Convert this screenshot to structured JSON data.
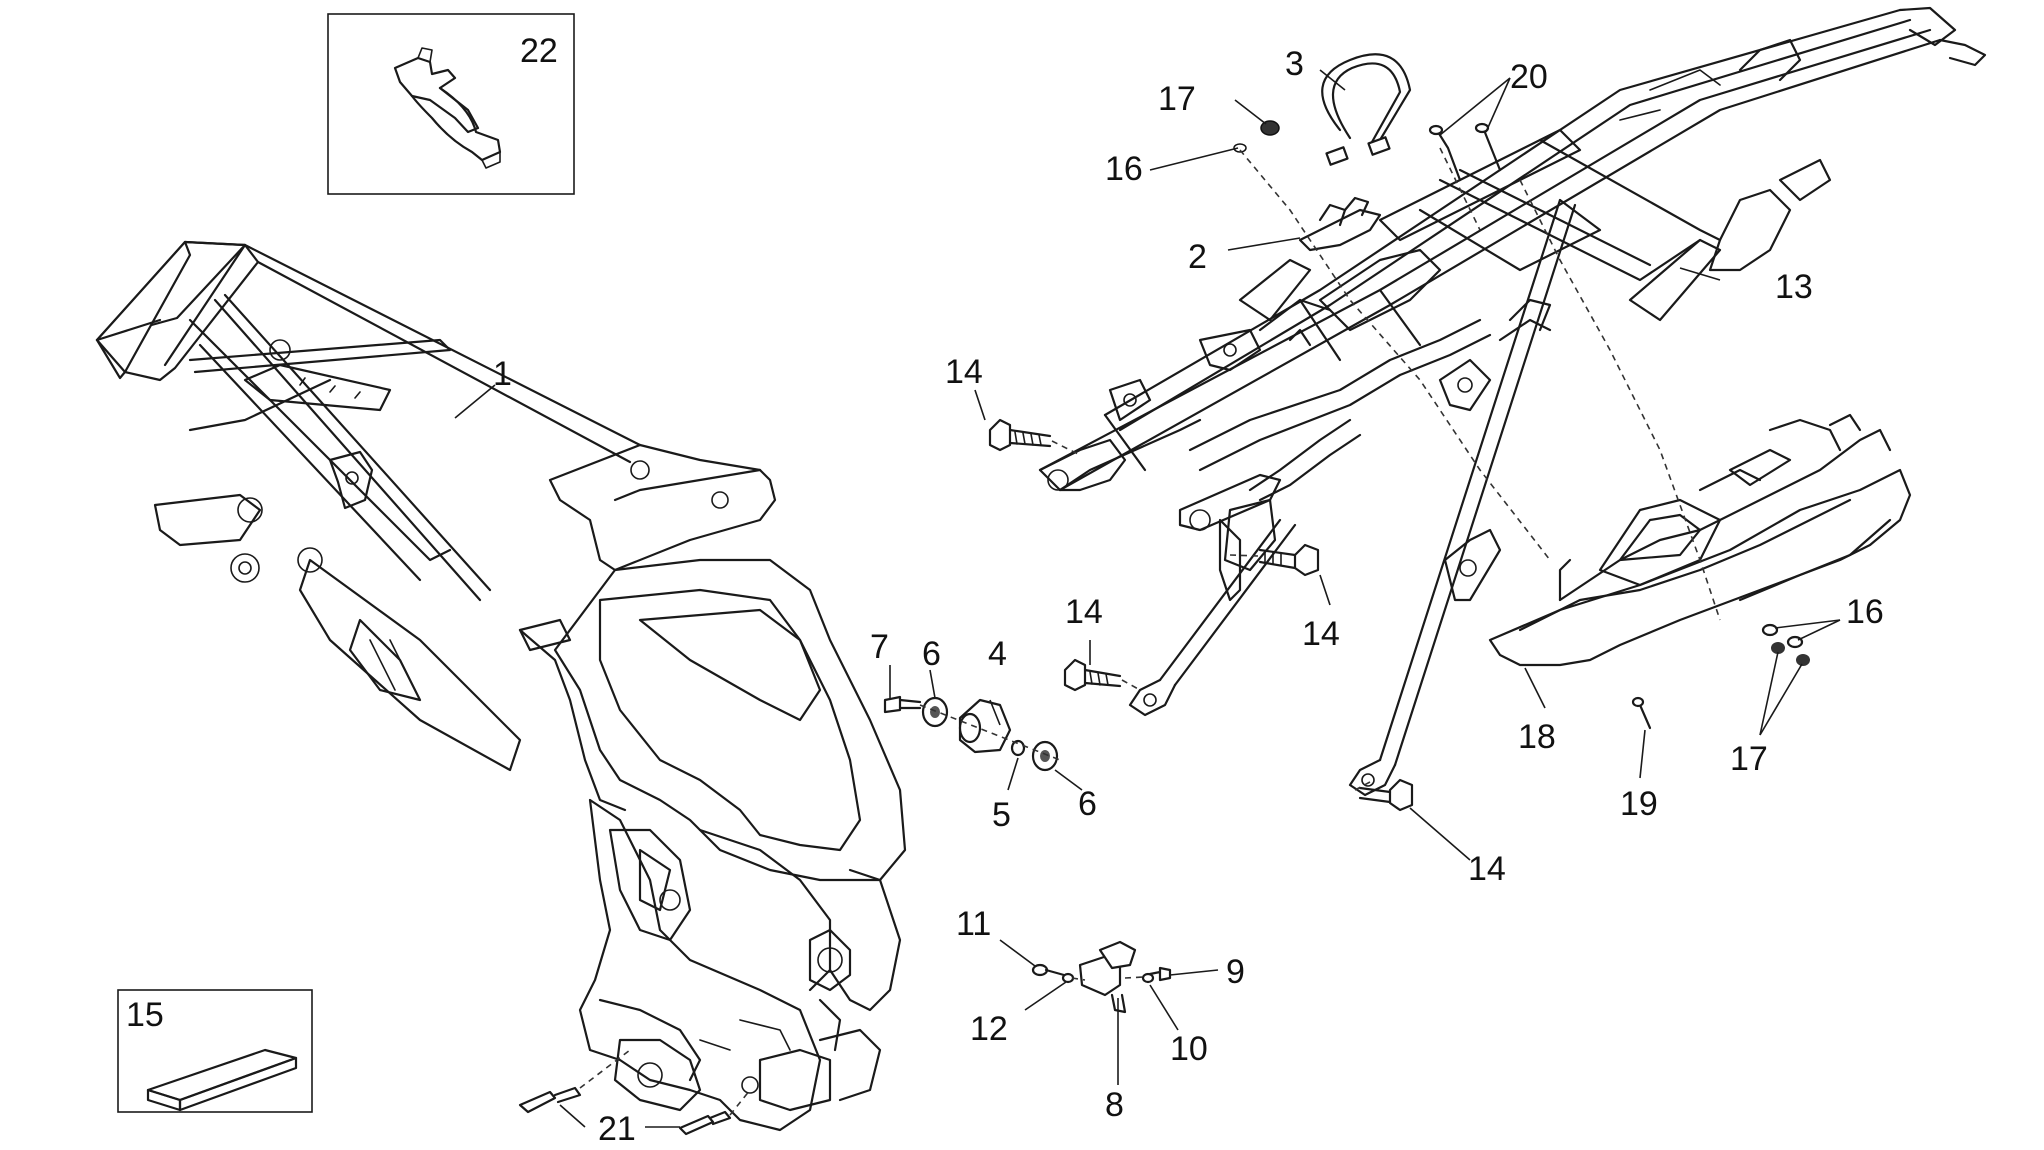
{
  "labels": {
    "n1": "1",
    "n2": "2",
    "n3": "3",
    "n4": "4",
    "n5": "5",
    "n6a": "6",
    "n6b": "6",
    "n7": "7",
    "n8": "8",
    "n9": "9",
    "n10": "10",
    "n11": "11",
    "n12": "12",
    "n13": "13",
    "n14a": "14",
    "n14b": "14",
    "n14c": "14",
    "n14d": "14",
    "n15": "15",
    "n16a": "16",
    "n16b": "16",
    "n17a": "17",
    "n17b": "17",
    "n18": "18",
    "n19": "19",
    "n20": "20",
    "n21": "21",
    "n22": "22"
  }
}
